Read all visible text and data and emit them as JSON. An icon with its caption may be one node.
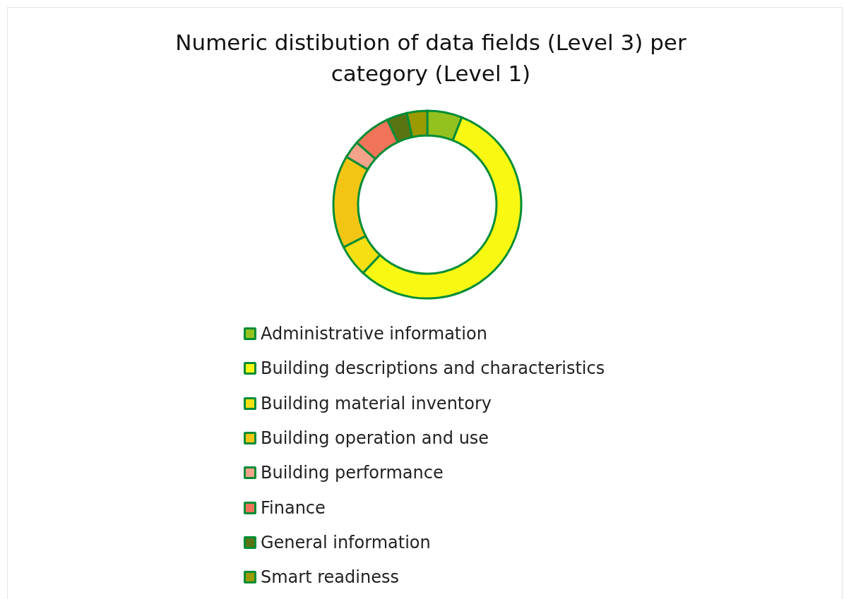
{
  "diagram": {
    "title": "Numeric distibution of data fields (Level 3) per category (Level 1)",
    "legend": [
      {
        "text": "Administrative information",
        "color": "#95c11f"
      },
      {
        "text": "Building descriptions and characteristics",
        "color": "#f8f812"
      },
      {
        "text": "Building material inventory",
        "color": "#f6e014"
      },
      {
        "text": "Building operation and use",
        "color": "#f2c515"
      },
      {
        "text": "Building performance",
        "color": "#f5a28a"
      },
      {
        "text": "Finance",
        "color": "#f0745a"
      },
      {
        "text": "General information",
        "color": "#5a7414"
      },
      {
        "text": "Smart readiness",
        "color": "#9b9a00"
      }
    ]
  }
}
